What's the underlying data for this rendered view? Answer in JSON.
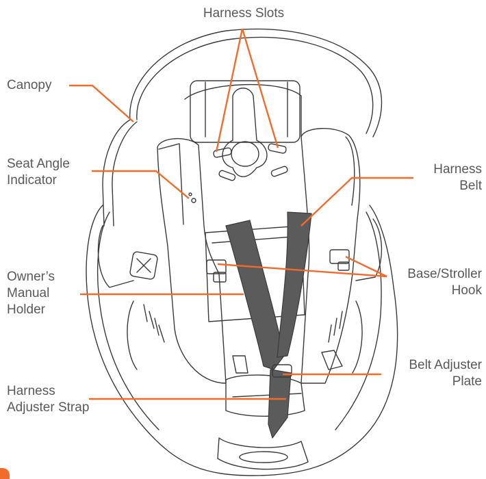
{
  "labels": {
    "harness_slots": "Harness Slots",
    "canopy": "Canopy",
    "seat_angle_indicator": "Seat Angle\nIndicator",
    "harness_belt": "Harness\nBelt",
    "owners_manual_holder": "Owner’s\nManual\nHolder",
    "base_stroller_hook": "Base/Stroller\nHook",
    "belt_adjuster_plate": "Belt Adjuster\nPlate",
    "harness_adjuster_strap": "Harness\nAdjuster Strap"
  },
  "colors": {
    "leader_line": "#f26b2b",
    "label_text": "#58595b",
    "strap_fill": "#5b5b5b",
    "outline": "#3a3a3a"
  }
}
